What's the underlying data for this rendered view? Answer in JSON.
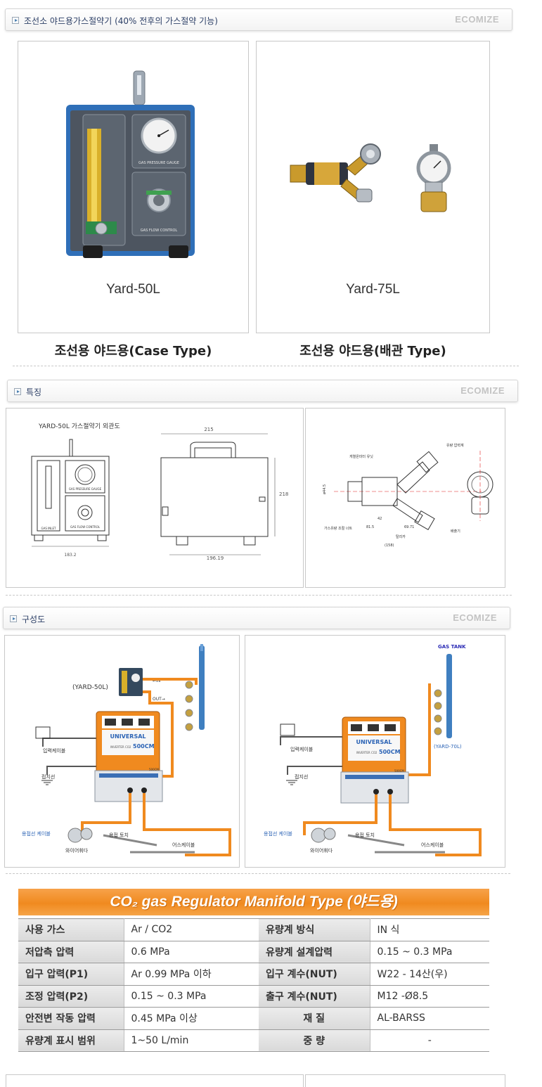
{
  "sections": {
    "s1": {
      "title": "조선소 야드용가스절약기 (40% 전후의 가스절약 기능)",
      "brand": "ECOMIZE"
    },
    "s2": {
      "title": "특징",
      "brand": "ECOMIZE"
    },
    "s3": {
      "title": "구성도",
      "brand": "ECOMIZE"
    }
  },
  "products": [
    {
      "model": "Yard-50L",
      "caption": "조선용 야드용(Case Type)"
    },
    {
      "model": "Yard-75L",
      "caption": "조선용 야드용(배관 Type)"
    }
  ],
  "product_labels": {
    "gauge_label": "GAS PRESSURE GAUGE",
    "flow_label": "GAS FLOW CONTROL"
  },
  "drawings": {
    "title": "YARD-50L 가스절약기 외관도",
    "front_label_1": "GAS PRESSURE GAUGE",
    "front_label_2": "GAS FLOW CONTROL",
    "front_label_3": "GAS INLET",
    "front_width": "183.2",
    "top_width": "215",
    "bottom_width": "196.19",
    "height": "218",
    "pipe": {
      "gauge": "유량 압력계",
      "sensor": "게열온미터 유닛",
      "nut": "가스유량 조절 너트",
      "outlet": "배출기",
      "body": "탈리카",
      "d1": "ø44.5",
      "d2": "42",
      "d3": "81.5",
      "d4": "69.71",
      "d5": "(158)"
    }
  },
  "diagrams": {
    "left": {
      "unit": "(YARD-50L)",
      "in": "←IN",
      "out": "OUT→",
      "input_cable": "입력케이블",
      "ground": "접지선",
      "welding_cable": "용접선 케이블",
      "wire_feeder": "와이어휘다",
      "torch": "용접 토치",
      "earth_cable": "어스케이블",
      "brand": "UNIVERSAL",
      "model": "500CM",
      "sub": "INVERTER CO2",
      "plate": "500CM"
    },
    "right": {
      "tank": "GAS TANK",
      "unit": "(YARD-70L)",
      "input_cable": "입력케이블",
      "ground": "접지선",
      "welding_cable": "용접선 케이블",
      "wire_feeder": "와이어휘다",
      "torch": "용접 토치",
      "earth_cable": "어스케이블",
      "brand": "UNIVERSAL",
      "model": "500CM",
      "sub": "INVERTER CO2",
      "plate": "500CM"
    }
  },
  "spec": {
    "title": "CO₂ gas Regulator Manifold Type (야드용)",
    "rows": [
      {
        "k1": "사용 가스",
        "v1": "Ar / CO2",
        "k2": "유량계 방식",
        "v2": "IN 식"
      },
      {
        "k1": "저압측 압력",
        "v1": "0.6 MPa",
        "k2": "유량계 설계압력",
        "v2": "0.15 ~ 0.3 MPa"
      },
      {
        "k1": "입구 압력(P1)",
        "v1": "Ar 0.99 MPa 이하",
        "k2": "입구 계수(NUT)",
        "v2": "W22 - 14산(우)"
      },
      {
        "k1": "조정 압력(P2)",
        "v1": "0.15 ~ 0.3 MPa",
        "k2": "출구 계수(NUT)",
        "v2": "M12 -Ø8.5"
      },
      {
        "k1": "안전변 작동 압력",
        "v1": "0.45 MPa 이상",
        "k2": "재       질",
        "v2": "AL-BARSS"
      },
      {
        "k1": "유량계 표시 범위",
        "v1": "1~50 L/min",
        "k2": "중       량",
        "v2": "-"
      }
    ]
  },
  "colors": {
    "accent": "#f08a1f",
    "pipe": "#f08a1f",
    "gauge_blue": "#3f7fc0"
  }
}
